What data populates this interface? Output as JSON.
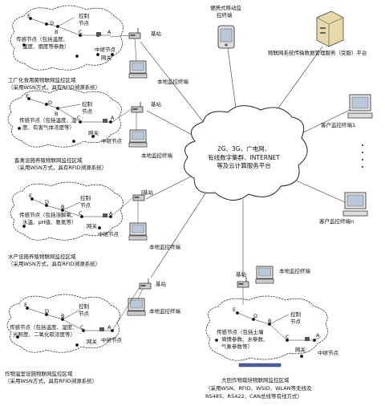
{
  "center": {
    "line1": "2G、3G、广电网、",
    "line2": "有线数字集群、INTERNET",
    "line3": "等及云计算服务平台"
  },
  "top": {
    "portable_terminal": [
      "便携式移动监",
      "控终端"
    ],
    "server_label": "物联网系统传输数据管理服务（受服）平台"
  },
  "clients": {
    "client1": "客户监控终端1",
    "clientN": "客户监控终端n"
  },
  "zones": [
    {
      "sensor": [
        "传感节点（包括温度、",
        "湿度、烟度等参数）"
      ],
      "title": [
        "工厂化食用菌物联网监控区域",
        "（采用WSN方式，具有RFID溯源系统）"
      ],
      "base": "基站",
      "terminal": "本地监控终端"
    },
    {
      "sensor": [
        "传感节点（包括温度、湿",
        "度、有害气体浓度等）"
      ],
      "title": [
        "畜禽设施养殖物联网监控区域",
        "（采用WSN方式，具有RFID溯源系统）"
      ],
      "base": "基站",
      "terminal": "本地监控终端"
    },
    {
      "sensor": [
        "传感节点（包括溶解氧、",
        "水温、pH值、氨氮等）"
      ],
      "title": [
        "水产设施养殖物联网监控区域",
        "（采用WSN方式，具有RFID溯源系统）"
      ],
      "base": "基站",
      "terminal": "本地监控终端"
    },
    {
      "sensor": [
        "传感节点（包括温度、湿度、",
        "光照度、二氧化碳浓度等）"
      ],
      "title": [
        "作物温室设施物联网监控区域",
        "（采用WSN方式，具有RFID溯源系统）"
      ],
      "base": "基站",
      "terminal": "本地监控终端"
    },
    {
      "sensor": [
        "传感节点（包括土壤",
        "墒情参数、水参数、",
        "气象参数等）"
      ],
      "title": [
        "大田作物栽培物联网监控区域",
        "（采用WSN、RFID、WSID、WLAN等无线及",
        "RS485、RS422、CAN总线等有线方式）"
      ],
      "base": "基站",
      "terminal": "本地监控终端"
    }
  ],
  "common": {
    "control_node": [
      "控制",
      "节点"
    ],
    "relay_node": "中继节点",
    "gateway": "网关",
    "letters": {
      "E": "E",
      "D": "D",
      "C": "C",
      "B": "B",
      "A": "A"
    }
  }
}
